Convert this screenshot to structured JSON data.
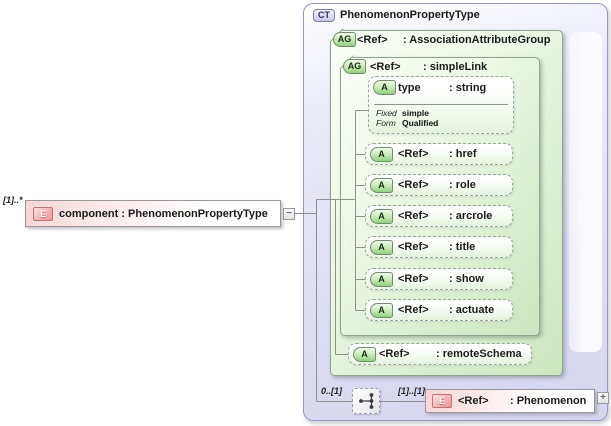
{
  "colors": {
    "green_fill": "#dbefd0",
    "green_border": "#8fa28f",
    "lavender_fill": "#dcdcf2",
    "lavender_border": "#9797c1",
    "pink_fill": "#f6d5d5",
    "line": "#8f8f8f"
  },
  "element": {
    "occurrence": "[1]..*",
    "badge": "E",
    "label": "component : PhenomenonPropertyType",
    "collapse_glyph": "−"
  },
  "complex_type": {
    "badge": "CT",
    "title": "PhenomenonPropertyType"
  },
  "association_group": {
    "badge": "AG",
    "ref": "<Ref>",
    "name": ": AssociationAttributeGroup"
  },
  "simple_link": {
    "badge": "AG",
    "ref": "<Ref>",
    "name": ": simpleLink"
  },
  "type_attribute": {
    "badge": "A",
    "name": "type",
    "type": ": string",
    "facets": [
      {
        "label": "Fixed",
        "value": "simple"
      },
      {
        "label": "Form",
        "value": "Qualified"
      }
    ]
  },
  "attributes": [
    {
      "badge": "A",
      "ref": "<Ref>",
      "name": ": href"
    },
    {
      "badge": "A",
      "ref": "<Ref>",
      "name": ": role"
    },
    {
      "badge": "A",
      "ref": "<Ref>",
      "name": ": arcrole"
    },
    {
      "badge": "A",
      "ref": "<Ref>",
      "name": ": title"
    },
    {
      "badge": "A",
      "ref": "<Ref>",
      "name": ": show"
    },
    {
      "badge": "A",
      "ref": "<Ref>",
      "name": ": actuate"
    }
  ],
  "remote_schema": {
    "badge": "A",
    "ref": "<Ref>",
    "name": ": remoteSchema"
  },
  "sequence": {
    "occurrence_before": "0..[1]",
    "occurrence_after": "[1]..[1]"
  },
  "phenomenon": {
    "badge": "E",
    "ref": "<Ref>",
    "name": ": Phenomenon",
    "expand_glyph": "+"
  }
}
